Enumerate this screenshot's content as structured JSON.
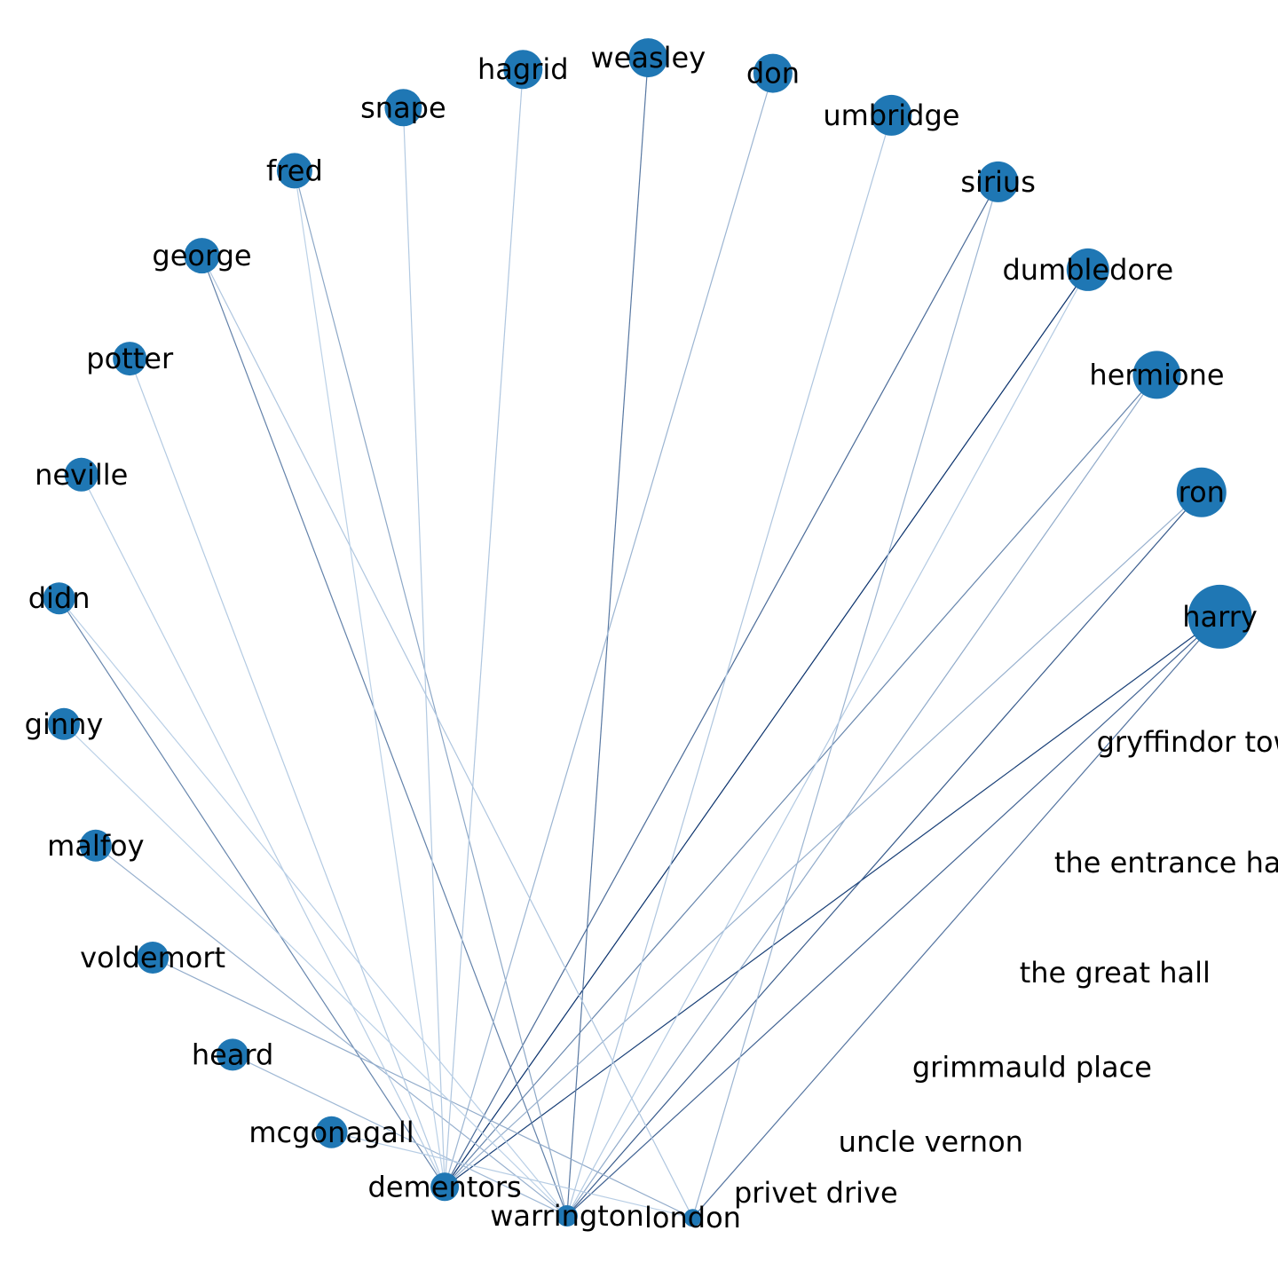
{
  "colors": {
    "node": "#1f77b4",
    "label": "#000000",
    "background": "#ffffff"
  },
  "nodes": [
    {
      "id": "harry",
      "label": "harry",
      "size": 36
    },
    {
      "id": "ron",
      "label": "ron",
      "size": 28
    },
    {
      "id": "hermione",
      "label": "hermione",
      "size": 27
    },
    {
      "id": "dumbledore",
      "label": "dumbledore",
      "size": 24
    },
    {
      "id": "sirius",
      "label": "sirius",
      "size": 23
    },
    {
      "id": "umbridge",
      "label": "umbridge",
      "size": 23
    },
    {
      "id": "don",
      "label": "don",
      "size": 22
    },
    {
      "id": "weasley",
      "label": "weasley",
      "size": 22
    },
    {
      "id": "hagrid",
      "label": "hagrid",
      "size": 22
    },
    {
      "id": "snape",
      "label": "snape",
      "size": 21
    },
    {
      "id": "fred",
      "label": "fred",
      "size": 20
    },
    {
      "id": "george",
      "label": "george",
      "size": 20
    },
    {
      "id": "potter",
      "label": "potter",
      "size": 19
    },
    {
      "id": "neville",
      "label": "neville",
      "size": 19
    },
    {
      "id": "didn",
      "label": "didn",
      "size": 18
    },
    {
      "id": "ginny",
      "label": "ginny",
      "size": 18
    },
    {
      "id": "malfoy",
      "label": "malfoy",
      "size": 18
    },
    {
      "id": "voldemort",
      "label": "voldemort",
      "size": 18
    },
    {
      "id": "heard",
      "label": "heard",
      "size": 18
    },
    {
      "id": "mcgonagall",
      "label": "mcgonagall",
      "size": 18
    },
    {
      "id": "dementors",
      "label": "dementors",
      "size": 16
    },
    {
      "id": "warrington",
      "label": "warrington",
      "size": 12
    },
    {
      "id": "london",
      "label": "london",
      "size": 10
    },
    {
      "id": "privet_drive",
      "label": "privet drive",
      "size": 0
    },
    {
      "id": "uncle_vernon",
      "label": "uncle vernon",
      "size": 0
    },
    {
      "id": "grimmauld_place",
      "label": "grimmauld place",
      "size": 0
    },
    {
      "id": "the_great_hall",
      "label": "the great hall",
      "size": 0
    },
    {
      "id": "the_entrance_hall",
      "label": "the entrance hall",
      "size": 0
    },
    {
      "id": "gryffindor_tower",
      "label": "gryffindor tower",
      "size": 0
    }
  ],
  "edges": [
    {
      "source": "dumbledore",
      "target": "dementors",
      "weight": 1.0
    },
    {
      "source": "harry",
      "target": "dementors",
      "weight": 0.92
    },
    {
      "source": "ron",
      "target": "warrington",
      "weight": 0.75
    },
    {
      "source": "harry",
      "target": "warrington",
      "weight": 0.7
    },
    {
      "source": "harry",
      "target": "london",
      "weight": 0.6
    },
    {
      "source": "sirius",
      "target": "dementors",
      "weight": 0.65
    },
    {
      "source": "hermione",
      "target": "dementors",
      "weight": 0.5
    },
    {
      "source": "weasley",
      "target": "warrington",
      "weight": 0.58
    },
    {
      "source": "george",
      "target": "warrington",
      "weight": 0.52
    },
    {
      "source": "didn",
      "target": "dementors",
      "weight": 0.5
    },
    {
      "source": "fred",
      "target": "warrington",
      "weight": 0.3
    },
    {
      "source": "don",
      "target": "dementors",
      "weight": 0.22
    },
    {
      "source": "sirius",
      "target": "london",
      "weight": 0.22
    },
    {
      "source": "hermione",
      "target": "warrington",
      "weight": 0.28
    },
    {
      "source": "ron",
      "target": "dementors",
      "weight": 0.25
    },
    {
      "source": "malfoy",
      "target": "warrington",
      "weight": 0.25
    },
    {
      "source": "voldemort",
      "target": "london",
      "weight": 0.28
    },
    {
      "source": "heard",
      "target": "warrington",
      "weight": 0.2
    },
    {
      "source": "hagrid",
      "target": "dementors",
      "weight": 0.12
    },
    {
      "source": "snape",
      "target": "dementors",
      "weight": 0.1
    },
    {
      "source": "potter",
      "target": "dementors",
      "weight": 0.1
    },
    {
      "source": "neville",
      "target": "dementors",
      "weight": 0.08
    },
    {
      "source": "george",
      "target": "london",
      "weight": 0.12
    },
    {
      "source": "umbridge",
      "target": "warrington",
      "weight": 0.12
    },
    {
      "source": "dumbledore",
      "target": "warrington",
      "weight": 0.1
    },
    {
      "source": "ginny",
      "target": "warrington",
      "weight": 0.06
    },
    {
      "source": "mcgonagall",
      "target": "london",
      "weight": 0.08
    },
    {
      "source": "didn",
      "target": "warrington",
      "weight": 0.07
    },
    {
      "source": "fred",
      "target": "dementors",
      "weight": 0.06
    }
  ]
}
